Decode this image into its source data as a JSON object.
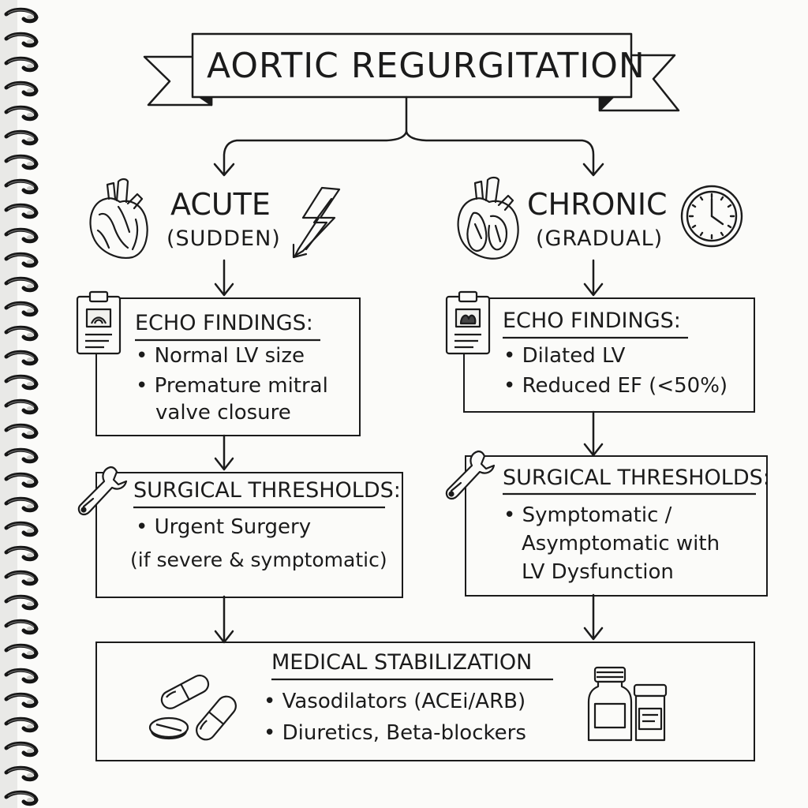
{
  "title": "AORTIC REGURGITATION",
  "acute": {
    "heading": "ACUTE",
    "subheading": "(SUDDEN)",
    "echo": {
      "heading": "ECHO FINDINGS:",
      "items": [
        "• Normal LV size",
        "• Premature mitral",
        "valve closure"
      ]
    },
    "surgical": {
      "heading": "SURGICAL THRESHOLDS:",
      "items": [
        "• Urgent Surgery",
        "(if severe & symptomatic)"
      ]
    }
  },
  "chronic": {
    "heading": "CHRONIC",
    "subheading": "(GRADUAL)",
    "echo": {
      "heading": "ECHO FINDINGS:",
      "items": [
        "• Dilated LV",
        "• Reduced EF (<50%)"
      ]
    },
    "surgical": {
      "heading": "SURGICAL THRESHOLDS:",
      "items": [
        "• Symptomatic /",
        "Asymptomatic with",
        "LV Dysfunction"
      ]
    }
  },
  "medical": {
    "heading": "MEDICAL STABILIZATION",
    "items": [
      "• Vasodilators (ACEi/ARB)",
      "• Diuretics, Beta-blockers"
    ]
  },
  "icons": [
    "heart-icon",
    "lightning-icon",
    "clock-icon",
    "clipboard-icon",
    "wrench-icon",
    "pills-icon",
    "medicine-bottle-icon"
  ],
  "colors": {
    "ink": "#1b1b1b",
    "paper": "#fbfbf9",
    "background": "#e9e9e7"
  }
}
